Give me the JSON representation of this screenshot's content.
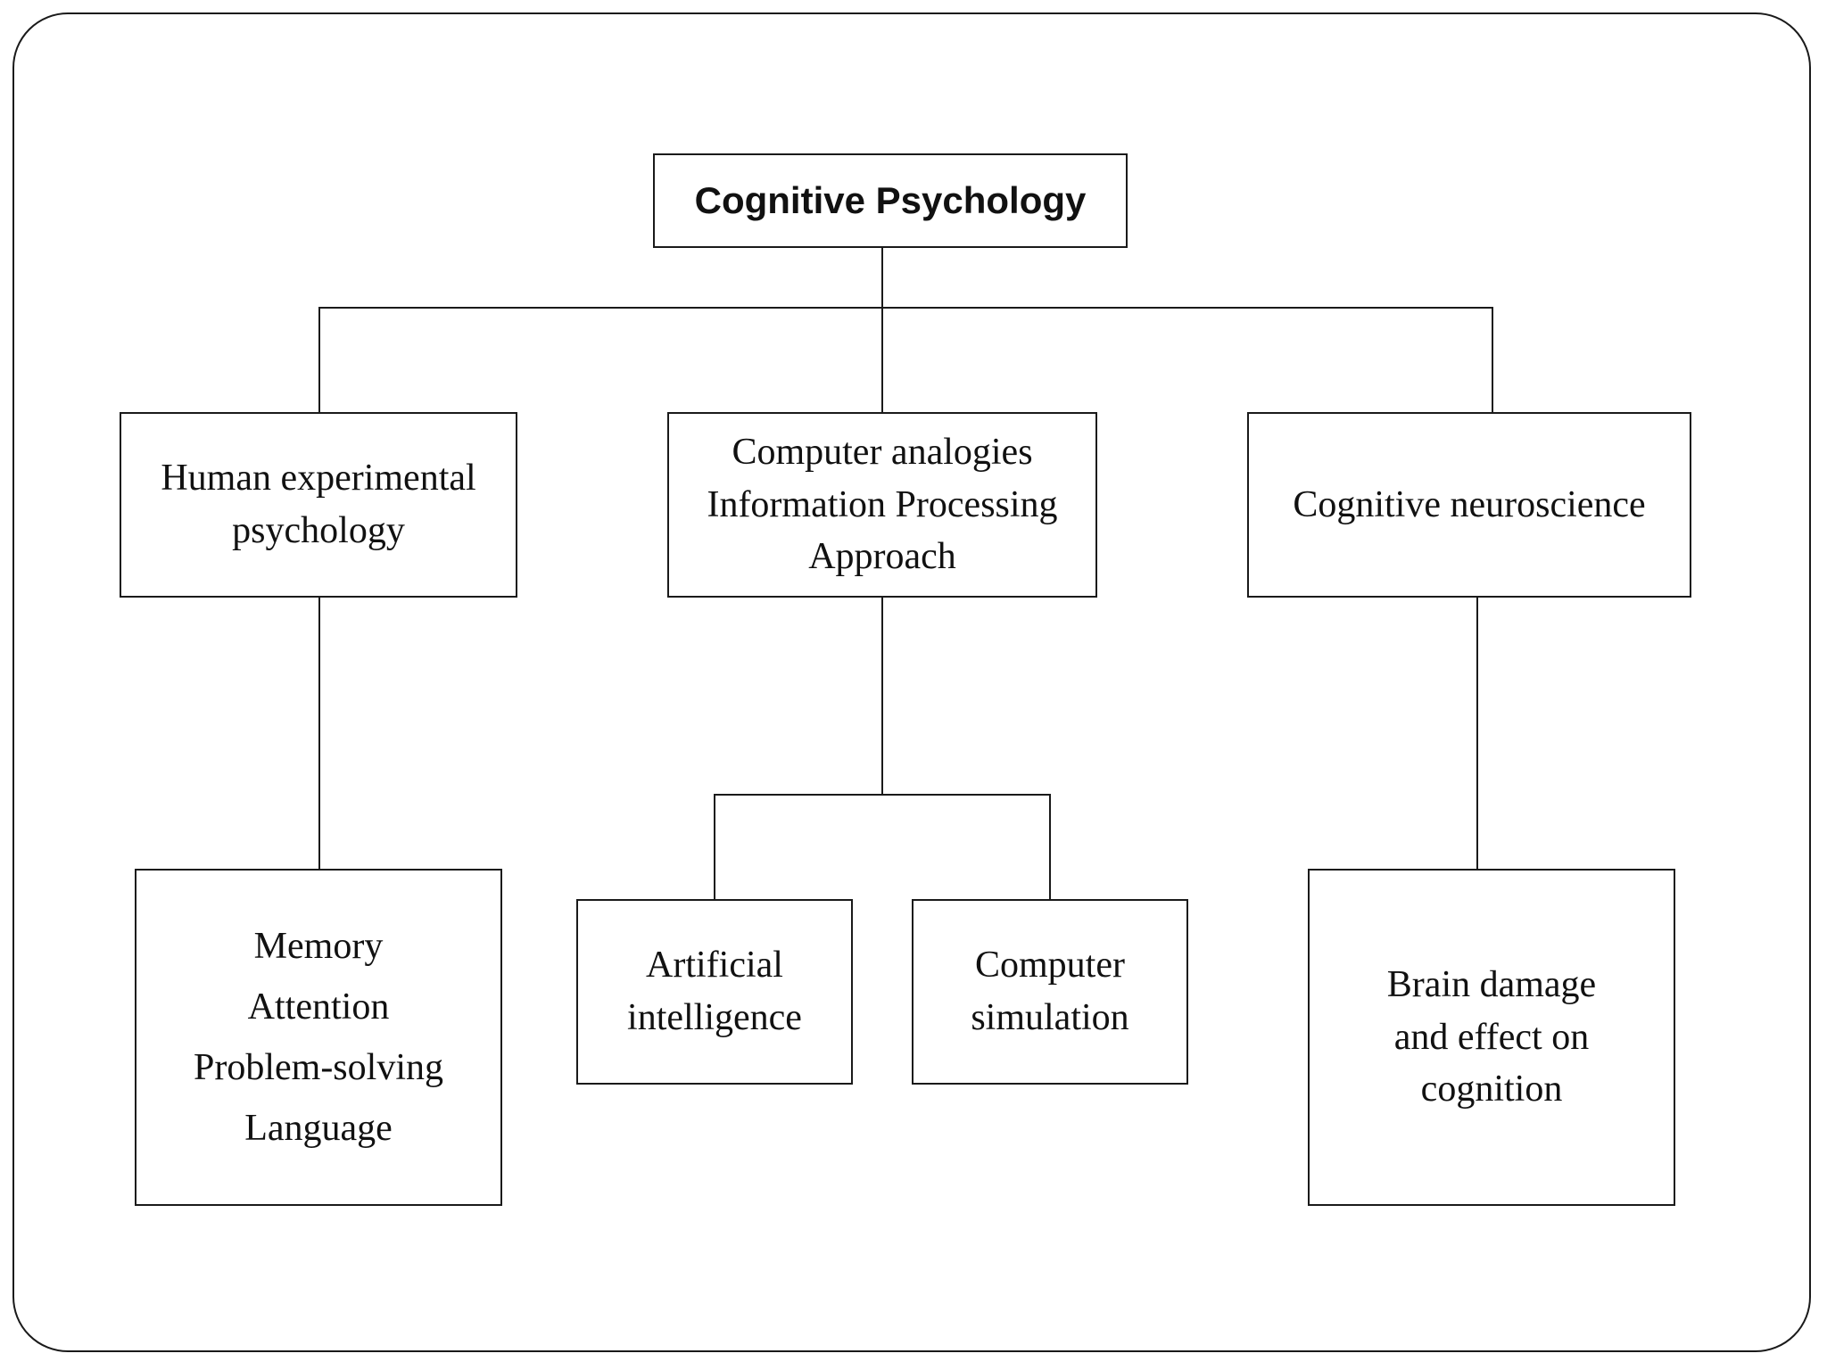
{
  "diagram": {
    "root": {
      "label": "Cognitive Psychology"
    },
    "branches": [
      {
        "lines": [
          "Human experimental",
          "psychology"
        ],
        "children": [
          {
            "lines": [
              "Memory",
              "Attention",
              "Problem-solving",
              "Language"
            ]
          }
        ]
      },
      {
        "lines": [
          "Computer analogies",
          "Information Processing",
          "Approach"
        ],
        "children": [
          {
            "lines": [
              "Artificial",
              "intelligence"
            ]
          },
          {
            "lines": [
              "Computer",
              "simulation"
            ]
          }
        ]
      },
      {
        "lines": [
          "Cognitive neuroscience"
        ],
        "children": [
          {
            "lines": [
              "Brain damage",
              "and effect on",
              "cognition"
            ]
          }
        ]
      }
    ]
  }
}
